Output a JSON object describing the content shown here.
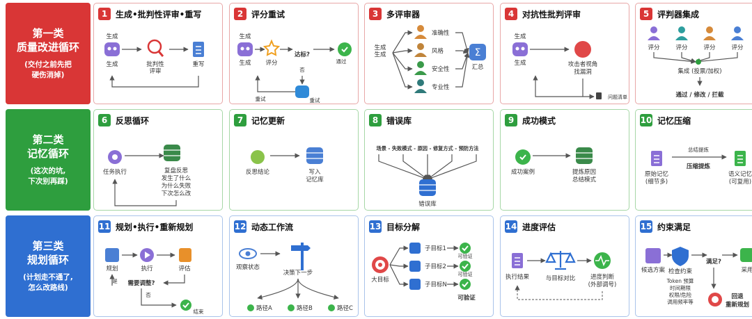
{
  "colors": {
    "red": "#d93636",
    "green": "#2e9e3e",
    "blue": "#2f6fd1",
    "red_border": "#e8a7a7",
    "green_border": "#a6d7a6",
    "blue_border": "#a9c3ea"
  },
  "categories": [
    {
      "line1": "第一类",
      "line2": "质量改进循环",
      "line3": "(交付之前先把",
      "line4": "硬伤消掉)"
    },
    {
      "line1": "第二类",
      "line2": "记忆循环",
      "line3": "(这次的坑,",
      "line4": "下次别再踩)"
    },
    {
      "line1": "第三类",
      "line2": "规划循环",
      "line3": "(计划走不通了,",
      "line4": "怎么改路线)"
    }
  ],
  "cards": [
    {
      "num": "1",
      "title": "生成•批判性评审•重写",
      "labels": [
        "生成",
        "生成",
        "批判性",
        "评审",
        "重写"
      ]
    },
    {
      "num": "2",
      "title": "评分重试",
      "labels": [
        "生成",
        "生成",
        "评分",
        "达标?",
        "否",
        "通过",
        "重试",
        "重试"
      ]
    },
    {
      "num": "3",
      "title": "多评审器",
      "labels": [
        "生成",
        "生成",
        "准确性",
        "风格",
        "安全性",
        "专业性",
        "汇总"
      ]
    },
    {
      "num": "4",
      "title": "对抗性批判评审",
      "labels": [
        "生成",
        "生成",
        "攻击者视角",
        "找漏洞",
        "问题清单"
      ]
    },
    {
      "num": "5",
      "title": "评判器集成",
      "labels": [
        "评分",
        "评分",
        "评分",
        "评分",
        "集成 (投票/加权)",
        "通过 / 修改 / 拦截"
      ]
    },
    {
      "num": "6",
      "title": "反思循环",
      "labels": [
        "任务执行",
        "复盘反思",
        "发生了什么",
        "为什么失败",
        "下次怎么改"
      ]
    },
    {
      "num": "7",
      "title": "记忆更新",
      "labels": [
        "反思结论",
        "写入",
        "记忆库"
      ]
    },
    {
      "num": "8",
      "title": "错误库",
      "labels": [
        "场景 - 失败模式 - 原因 - 修复方式 - 预防方法",
        "错误库"
      ]
    },
    {
      "num": "9",
      "title": "成功模式",
      "labels": [
        "成功案例",
        "提炼原因",
        "总结模式"
      ]
    },
    {
      "num": "10",
      "title": "记忆压缩",
      "labels": [
        "原始记忆",
        "(细节多)",
        "总结提炼",
        "压缩提炼",
        "语义记忆",
        "(可复用)"
      ]
    },
    {
      "num": "11",
      "title": "规划•执行•重新规划",
      "labels": [
        "规划",
        "执行",
        "评估",
        "需要调整?",
        "是",
        "否",
        "结束"
      ]
    },
    {
      "num": "12",
      "title": "动态工作流",
      "labels": [
        "观察状态",
        "决策下一步",
        "路径A",
        "路径B",
        "路径C"
      ]
    },
    {
      "num": "13",
      "title": "目标分解",
      "labels": [
        "大目标",
        "子目标1",
        "子目标2",
        "子目标N",
        "可验证",
        "可验证",
        "可验证"
      ]
    },
    {
      "num": "14",
      "title": "进度评估",
      "labels": [
        "执行结果",
        "与目标对比",
        "进度判断",
        "(外部调号)"
      ]
    },
    {
      "num": "15",
      "title": "约束满足",
      "labels": [
        "候选方案",
        "检查约束",
        "Token 预算",
        "时间期限",
        "权限/危险",
        "调用频率等",
        "满足?",
        "采用",
        "回退",
        "重新规划"
      ]
    }
  ]
}
